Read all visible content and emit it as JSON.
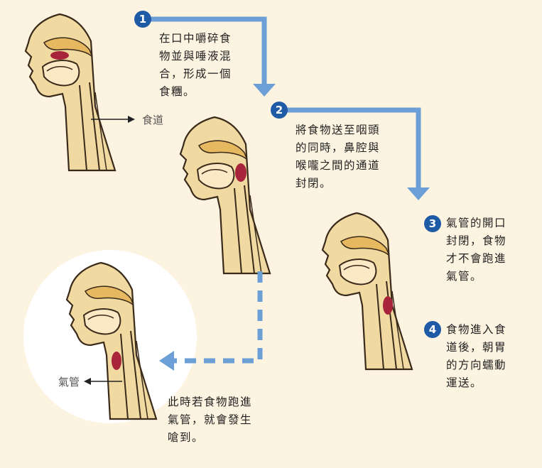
{
  "steps": [
    {
      "number": "1",
      "lines": [
        "在口中嚼碎食",
        "物並與唾液混",
        "合，形成一個",
        "食糰。"
      ]
    },
    {
      "number": "2",
      "lines": [
        "將食物送至咽頭",
        "的同時，鼻腔與",
        "喉嚨之間的通道",
        "封閉。"
      ]
    },
    {
      "number": "3",
      "lines": [
        "氣管的開口",
        "封閉，食物",
        "才不會跑進",
        "氣管。"
      ]
    },
    {
      "number": "4",
      "lines": [
        "食物進入食",
        "道後，朝胃",
        "的方向蠕動",
        "運送。"
      ]
    }
  ],
  "choke_note": {
    "lines": [
      "此時若食物跑進",
      "氣管，就會發生",
      "嗆到。"
    ]
  },
  "labels": {
    "esophagus": "食道",
    "trachea": "氣管"
  },
  "colors": {
    "background": "#fdf3e1",
    "tissue": "#f1d9a2",
    "airway": "#e6b860",
    "food": "#a8243a",
    "arrow": "#6c9fd6",
    "badge": "#1f5aa6"
  }
}
